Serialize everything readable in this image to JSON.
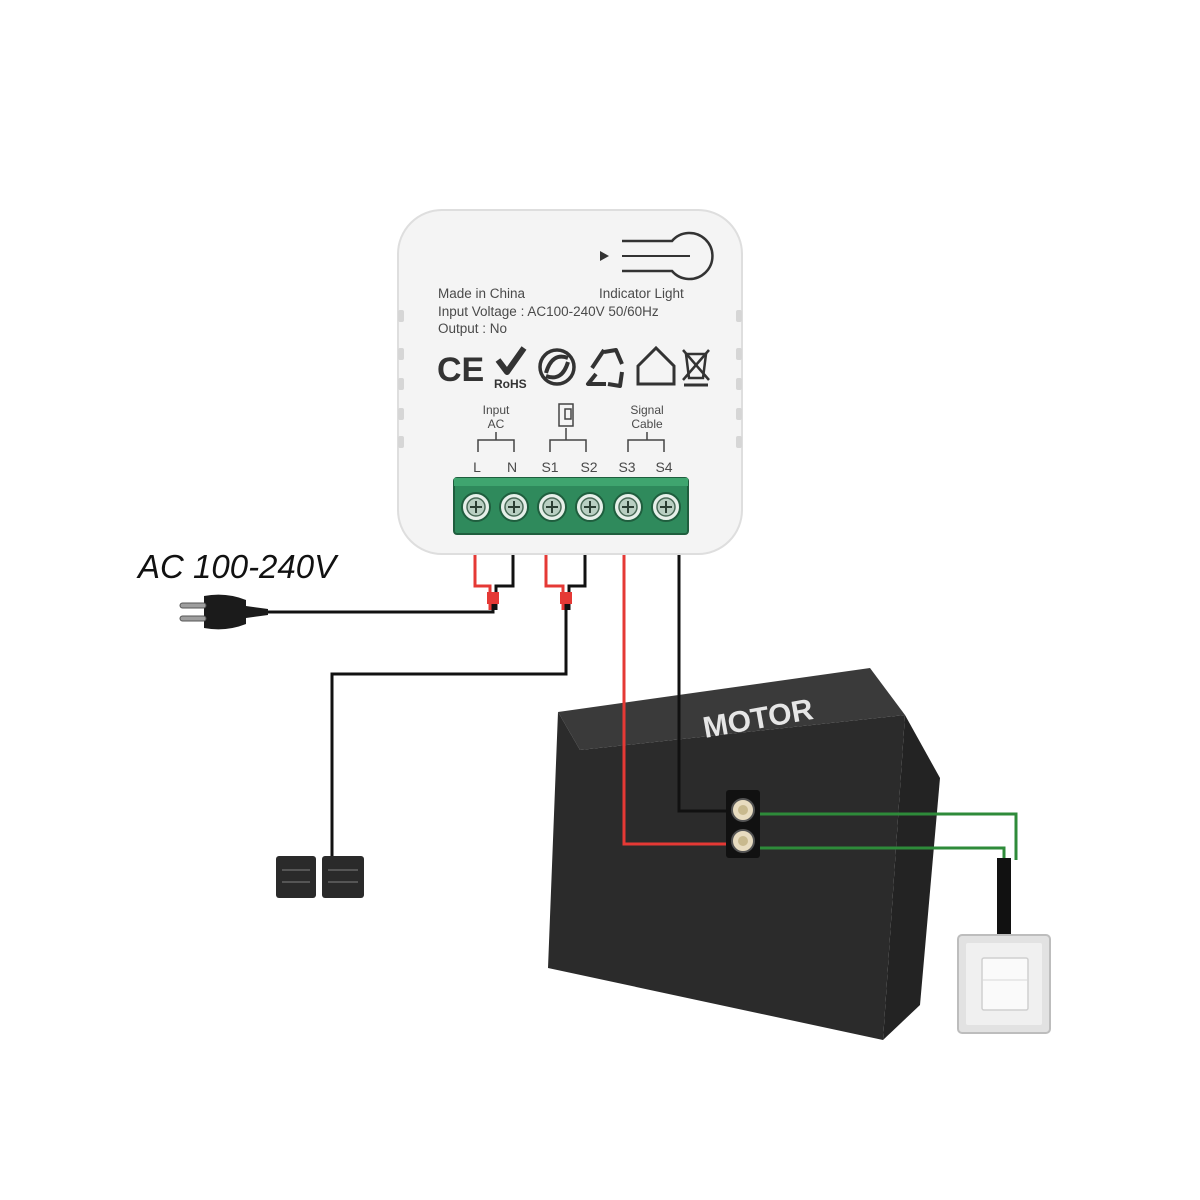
{
  "colors": {
    "device_body": "#f4f4f4",
    "terminal_block": "#2f8a5c",
    "live_wire": "#e53935",
    "neutral_wire": "#111111",
    "signal_wire": "#2e8b3a",
    "motor_body": "#2b2b2b",
    "motor_label": "#e6e6e6"
  },
  "device": {
    "made_in": "Made in China",
    "indicator_label": "Indicator Light",
    "input_voltage": "Input Voltage : AC100-240V 50/60Hz",
    "output": "Output :  No",
    "cert_ce": "CE",
    "cert_rohs": "RoHS",
    "group_input_line1": "Input",
    "group_input_line2": "AC",
    "group_signal_line1": "Signal",
    "group_signal_line2": "Cable",
    "terminals": [
      "L",
      "N",
      "S1",
      "S2",
      "S3",
      "S4"
    ]
  },
  "power": {
    "label": "AC 100-240V"
  },
  "motor": {
    "label": "MOTOR"
  },
  "icons": [
    "ce-mark-icon",
    "rohs-check-icon",
    "green-dot-icon",
    "recycle-icon",
    "house-icon",
    "crossed-bin-icon",
    "door-contact-icon",
    "eu-plug-icon",
    "wall-switch-icon"
  ]
}
